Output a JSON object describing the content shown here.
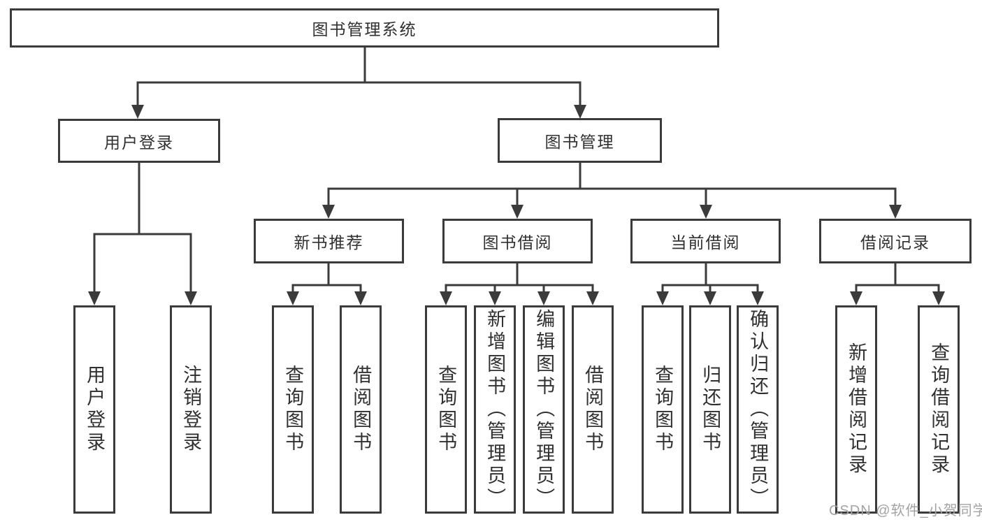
{
  "diagram": {
    "type": "tree",
    "root": "图书管理系统",
    "level2": [
      "用户登录",
      "图书管理"
    ],
    "level3": [
      "新书推荐",
      "图书借阅",
      "当前借阅",
      "借阅记录"
    ],
    "leaves": {
      "login": [
        "用户登录",
        "注销登录"
      ],
      "recommend": [
        "查询图书",
        "借阅图书"
      ],
      "borrow": [
        "查询图书",
        "新增图书（管理员）",
        "编辑图书（管理员）",
        "借阅图书"
      ],
      "current": [
        "查询图书",
        "归还图书",
        "确认归还（管理员）"
      ],
      "records": [
        "新增借阅记录",
        "查询借阅记录"
      ]
    }
  },
  "watermark": "CSDN @软件_小贺同学",
  "colors": {
    "line": "#3b3b3b",
    "text": "#303030",
    "watermark": "#a3a3a3",
    "background": "#ffffff"
  }
}
